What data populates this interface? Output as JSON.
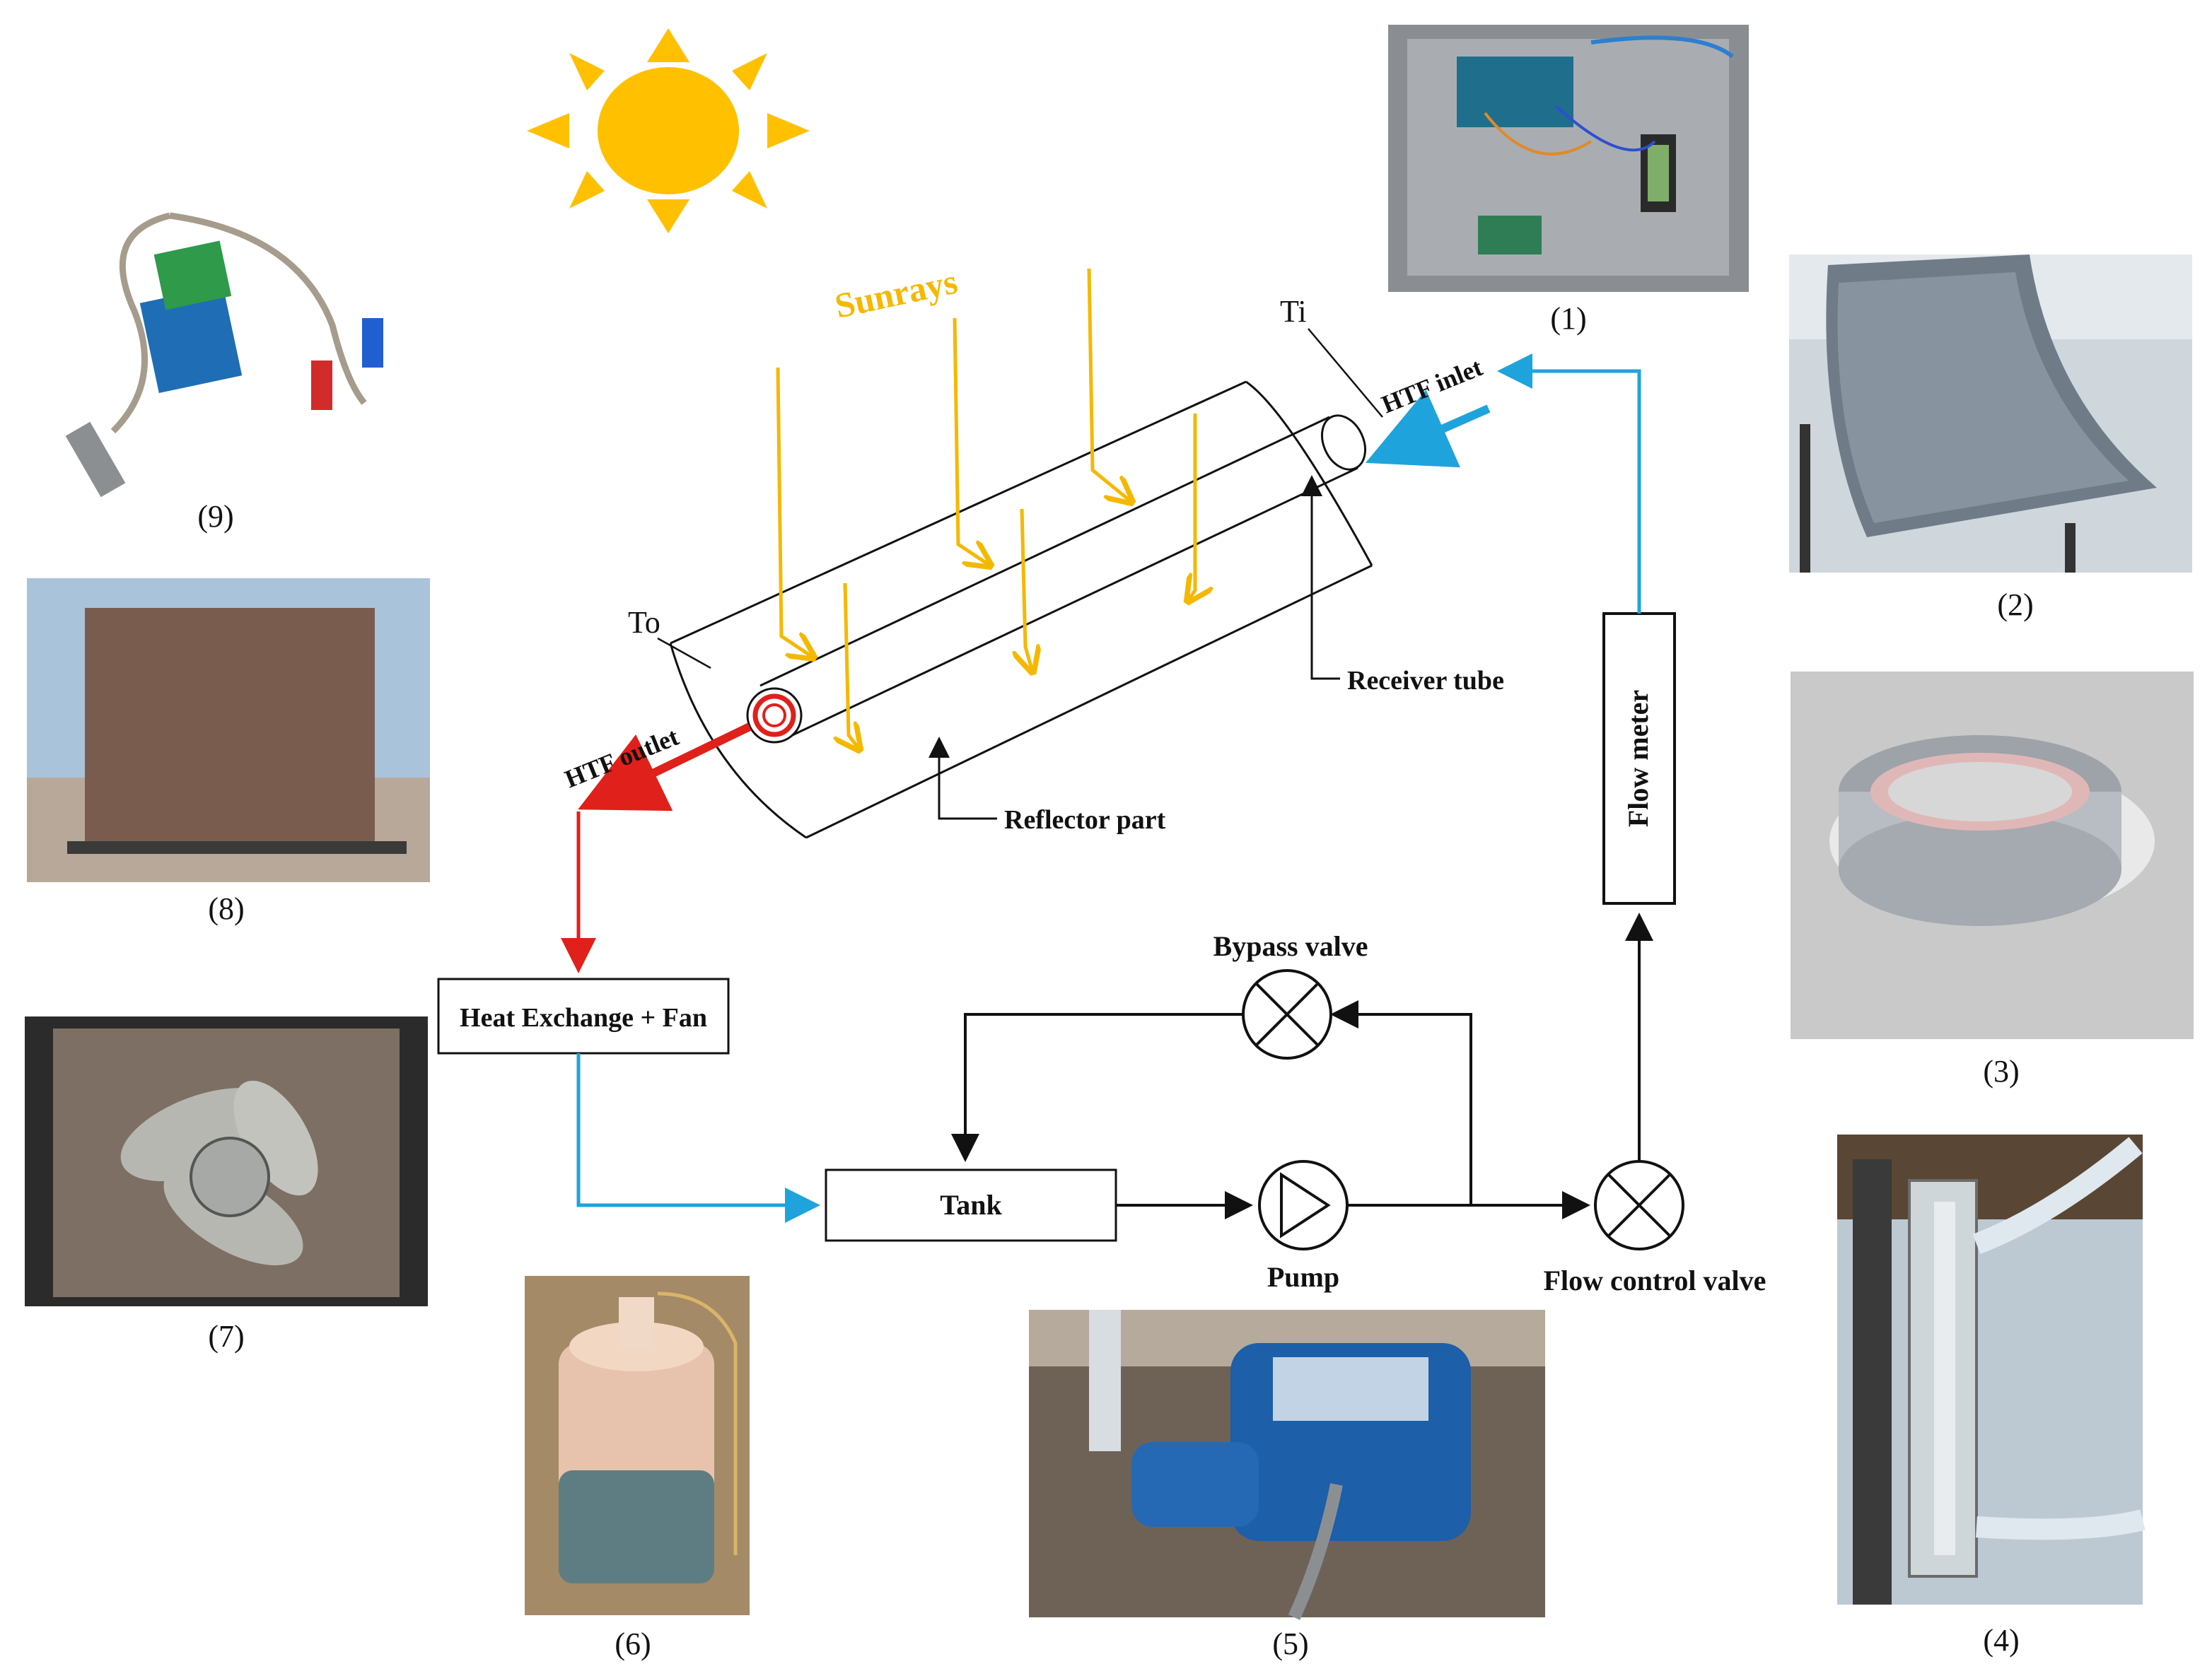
{
  "diagram": {
    "sun_label": "Sunrays",
    "ti_label": "Ti",
    "to_label": "To",
    "htf_inlet": "HTF inlet",
    "htf_outlet": "HTF outlet",
    "receiver_tube": "Receiver tube",
    "reflector_part": "Reflector part",
    "flow_meter": "Flow meter",
    "bypass_valve": "Bypass valve",
    "heat_exchange": "Heat Exchange + Fan",
    "tank": "Tank",
    "pump": "Pump",
    "flow_control_valve": "Flow control valve"
  },
  "photos": [
    {
      "caption": "(1)",
      "subject": "arduino-enclosure"
    },
    {
      "caption": "(2)",
      "subject": "parabolic-reflector"
    },
    {
      "caption": "(3)",
      "subject": "aluminium-tape"
    },
    {
      "caption": "(4)",
      "subject": "rotameter"
    },
    {
      "caption": "(5)",
      "subject": "water-pump"
    },
    {
      "caption": "(6)",
      "subject": "tank"
    },
    {
      "caption": "(7)",
      "subject": "fan"
    },
    {
      "caption": "(8)",
      "subject": "heat-exchanger"
    },
    {
      "caption": "(9)",
      "subject": "thermocouple-module"
    }
  ],
  "colors": {
    "sun": "#FFC000",
    "sunrays": "#F5B800",
    "cold_line": "#1FA3DC",
    "hot_line": "#E0201B",
    "flow_line": "#111111"
  }
}
